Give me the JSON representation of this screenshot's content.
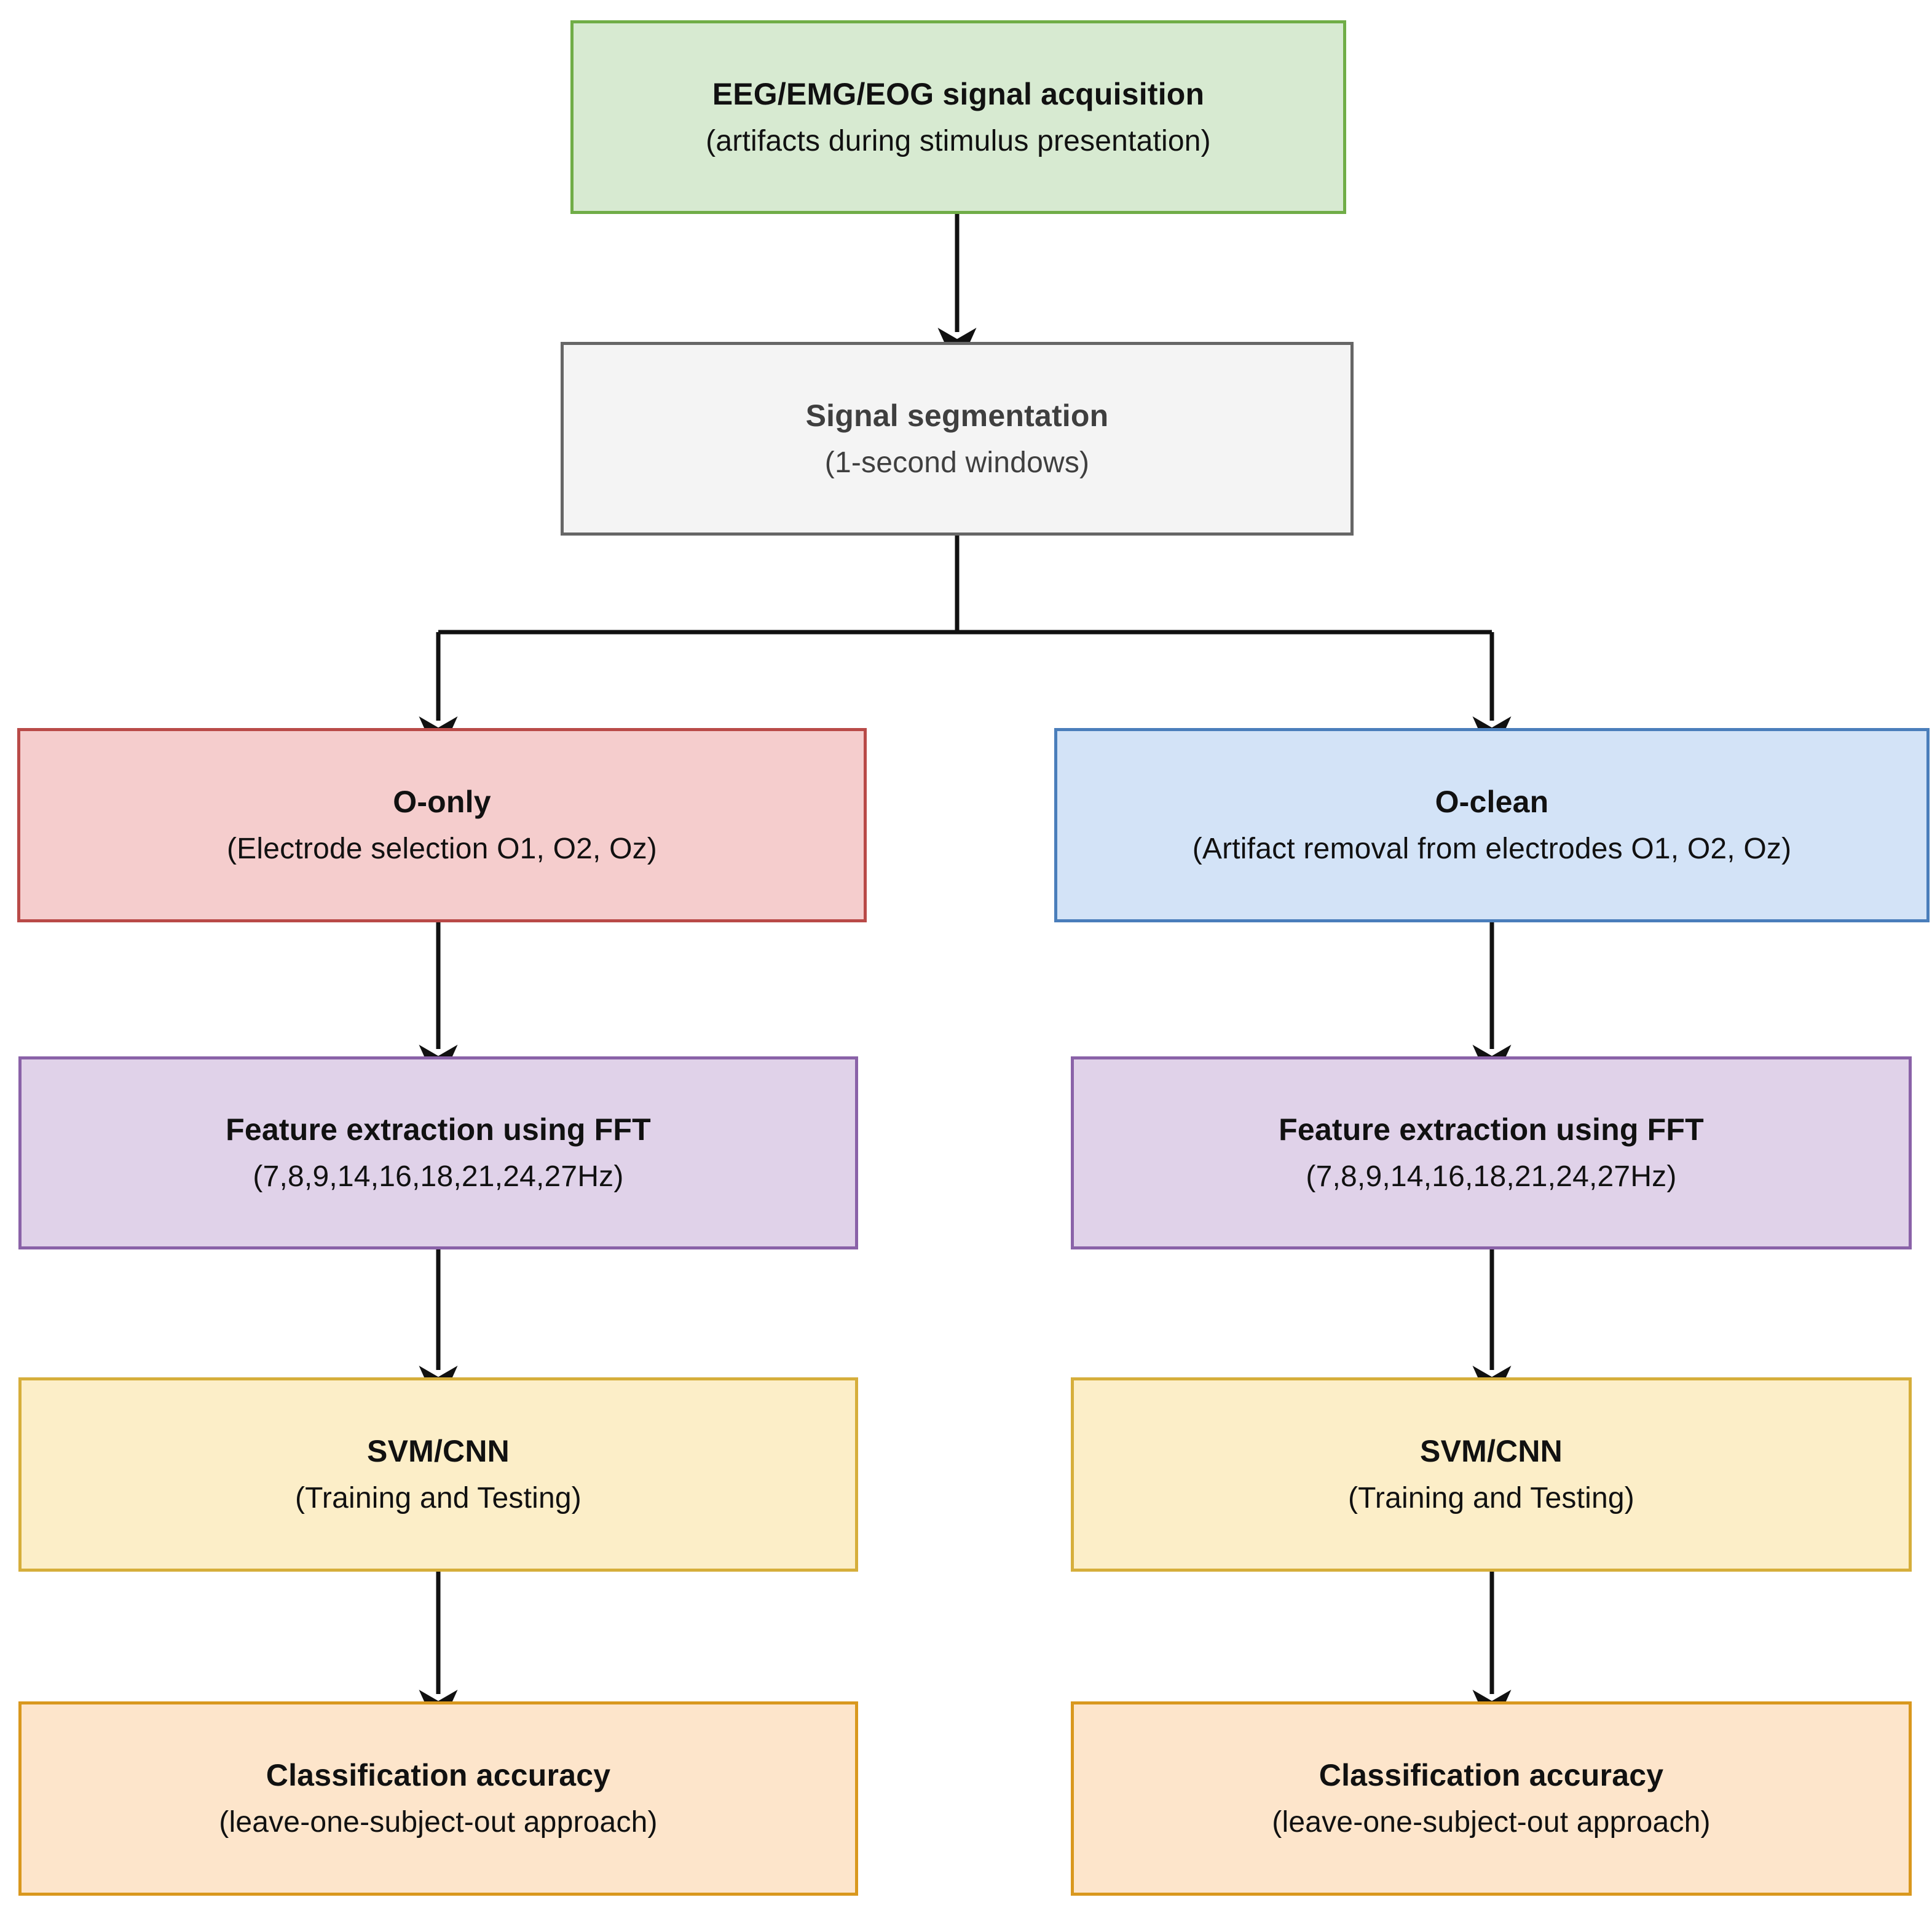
{
  "diagram": {
    "type": "flowchart",
    "orientation": "top-down with two parallel pipelines",
    "nodes": {
      "acquisition": {
        "title": "EEG/EMG/EOG signal acquisition",
        "subtitle": "(artifacts during stimulus presentation)",
        "fill": "#d7ead1",
        "border": "#70ad47"
      },
      "segmentation": {
        "title": "Signal segmentation",
        "subtitle": "(1-second windows)",
        "fill": "#f4f4f4",
        "border": "#666666"
      },
      "o_only": {
        "title": "O-only",
        "subtitle": "(Electrode selection O1, O2, Oz)",
        "fill": "#f5cdcd",
        "border": "#b94a48"
      },
      "o_clean": {
        "title": "O-clean",
        "subtitle": "(Artifact removal from electrodes O1, O2, Oz)",
        "fill": "#d3e3f7",
        "border": "#4a7ebb"
      },
      "fft_left": {
        "title": "Feature extraction using FFT",
        "subtitle": "(7,8,9,14,16,18,21,24,27Hz)",
        "fill": "#e0d2e9",
        "border": "#8a62a8"
      },
      "fft_right": {
        "title": "Feature extraction using FFT",
        "subtitle": "(7,8,9,14,16,18,21,24,27Hz)",
        "fill": "#e0d2e9",
        "border": "#8a62a8"
      },
      "classifier_left": {
        "title": "SVM/CNN",
        "subtitle": "(Training and Testing)",
        "fill": "#fceec8",
        "border": "#d6ae3b"
      },
      "classifier_right": {
        "title": "SVM/CNN",
        "subtitle": "(Training and Testing)",
        "fill": "#fceec8",
        "border": "#d6ae3b"
      },
      "accuracy_left": {
        "title": "Classification accuracy",
        "subtitle": "(leave-one-subject-out approach)",
        "fill": "#fde5cb",
        "border": "#d9981e"
      },
      "accuracy_right": {
        "title": "Classification accuracy",
        "subtitle": "(leave-one-subject-out approach)",
        "fill": "#fde5cb",
        "border": "#d9981e"
      }
    },
    "edges": [
      {
        "from": "acquisition",
        "to": "segmentation"
      },
      {
        "from": "segmentation",
        "to": "o_only"
      },
      {
        "from": "segmentation",
        "to": "o_clean"
      },
      {
        "from": "o_only",
        "to": "fft_left"
      },
      {
        "from": "fft_left",
        "to": "classifier_left"
      },
      {
        "from": "classifier_left",
        "to": "accuracy_left"
      },
      {
        "from": "o_clean",
        "to": "fft_right"
      },
      {
        "from": "fft_right",
        "to": "classifier_right"
      },
      {
        "from": "classifier_right",
        "to": "accuracy_right"
      }
    ],
    "edge_color": "#111111"
  }
}
